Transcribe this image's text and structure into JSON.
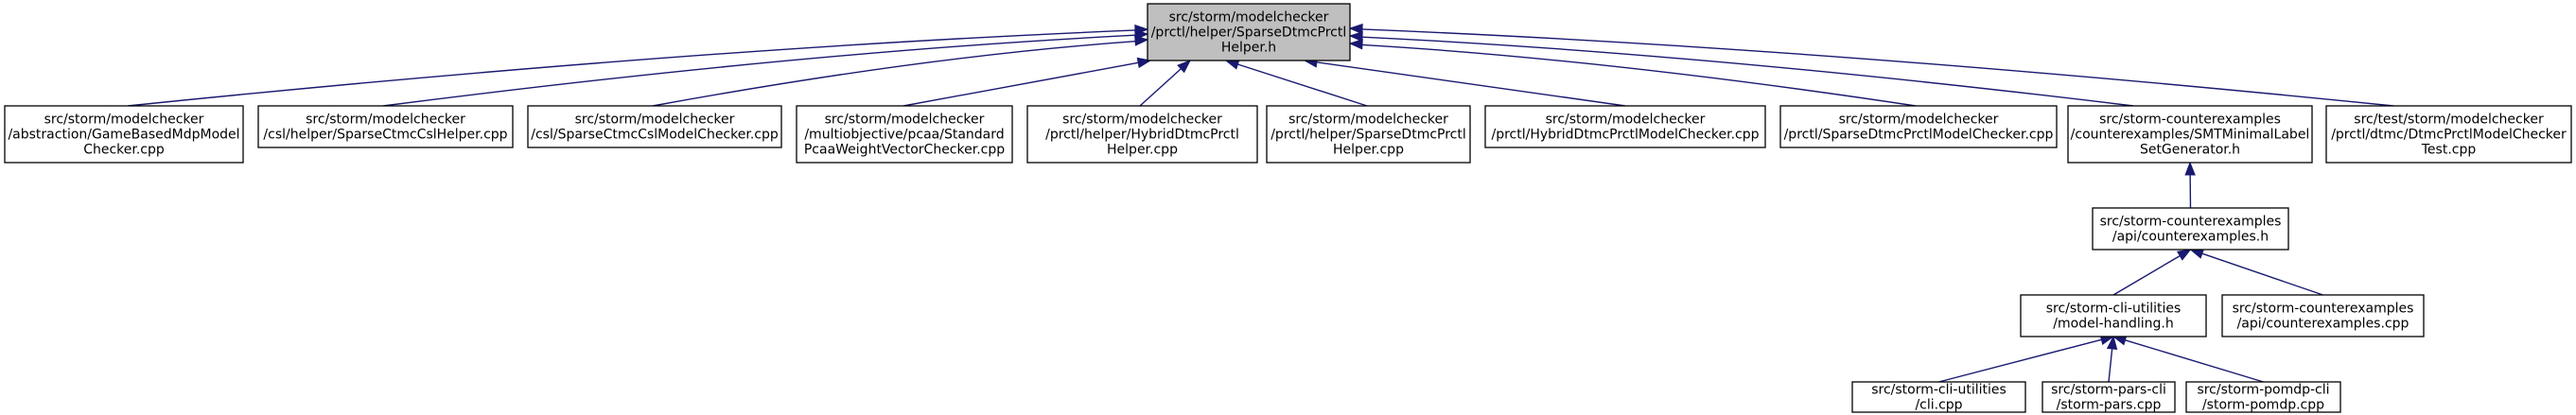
{
  "nodes": [
    {
      "id": "root",
      "lines": [
        "src/storm/modelchecker",
        "/prctl/helper/SparseDtmcPrctl",
        "Helper.h"
      ],
      "focus": true
    },
    {
      "id": "n1",
      "lines": [
        "src/storm/modelchecker",
        "/abstraction/GameBasedMdpModel",
        "Checker.cpp"
      ]
    },
    {
      "id": "n2",
      "lines": [
        "src/storm/modelchecker",
        "/csl/helper/SparseCtmcCslHelper.cpp"
      ]
    },
    {
      "id": "n3",
      "lines": [
        "src/storm/modelchecker",
        "/csl/SparseCtmcCslModelChecker.cpp"
      ]
    },
    {
      "id": "n4",
      "lines": [
        "src/storm/modelchecker",
        "/multiobjective/pcaa/Standard",
        "PcaaWeightVectorChecker.cpp"
      ]
    },
    {
      "id": "n5",
      "lines": [
        "src/storm/modelchecker",
        "/prctl/helper/HybridDtmcPrctl",
        "Helper.cpp"
      ]
    },
    {
      "id": "n6",
      "lines": [
        "src/storm/modelchecker",
        "/prctl/helper/SparseDtmcPrctl",
        "Helper.cpp"
      ]
    },
    {
      "id": "n7",
      "lines": [
        "src/storm/modelchecker",
        "/prctl/HybridDtmcPrctlModelChecker.cpp"
      ]
    },
    {
      "id": "n8",
      "lines": [
        "src/storm/modelchecker",
        "/prctl/SparseDtmcPrctlModelChecker.cpp"
      ]
    },
    {
      "id": "n9",
      "lines": [
        "src/storm-counterexamples",
        "/counterexamples/SMTMinimalLabel",
        "SetGenerator.h"
      ]
    },
    {
      "id": "n10",
      "lines": [
        "src/test/storm/modelchecker",
        "/prctl/dtmc/DtmcPrctlModelChecker",
        "Test.cpp"
      ]
    },
    {
      "id": "n11",
      "lines": [
        "src/storm-counterexamples",
        "/api/counterexamples.h"
      ]
    },
    {
      "id": "n12",
      "lines": [
        "src/storm-cli-utilities",
        "/model-handling.h"
      ]
    },
    {
      "id": "n13",
      "lines": [
        "src/storm-counterexamples",
        "/api/counterexamples.cpp"
      ]
    },
    {
      "id": "n14",
      "lines": [
        "src/storm-cli-utilities",
        "/cli.cpp"
      ]
    },
    {
      "id": "n15",
      "lines": [
        "src/storm-pars-cli",
        "/storm-pars.cpp"
      ]
    },
    {
      "id": "n16",
      "lines": [
        "src/storm-pomdp-cli",
        "/storm-pomdp.cpp"
      ]
    }
  ],
  "edges": [
    {
      "from": "n1",
      "to": "root"
    },
    {
      "from": "n2",
      "to": "root"
    },
    {
      "from": "n3",
      "to": "root"
    },
    {
      "from": "n4",
      "to": "root"
    },
    {
      "from": "n5",
      "to": "root"
    },
    {
      "from": "n6",
      "to": "root"
    },
    {
      "from": "n7",
      "to": "root"
    },
    {
      "from": "n8",
      "to": "root"
    },
    {
      "from": "n9",
      "to": "root"
    },
    {
      "from": "n10",
      "to": "root"
    },
    {
      "from": "n11",
      "to": "n9"
    },
    {
      "from": "n12",
      "to": "n11"
    },
    {
      "from": "n13",
      "to": "n11"
    },
    {
      "from": "n14",
      "to": "n12"
    },
    {
      "from": "n15",
      "to": "n12"
    },
    {
      "from": "n16",
      "to": "n12"
    }
  ],
  "colors": {
    "edge": "#191970",
    "focus_fill": "#bfbfbf",
    "node_fill": "#ffffff",
    "node_border": "#000000"
  }
}
